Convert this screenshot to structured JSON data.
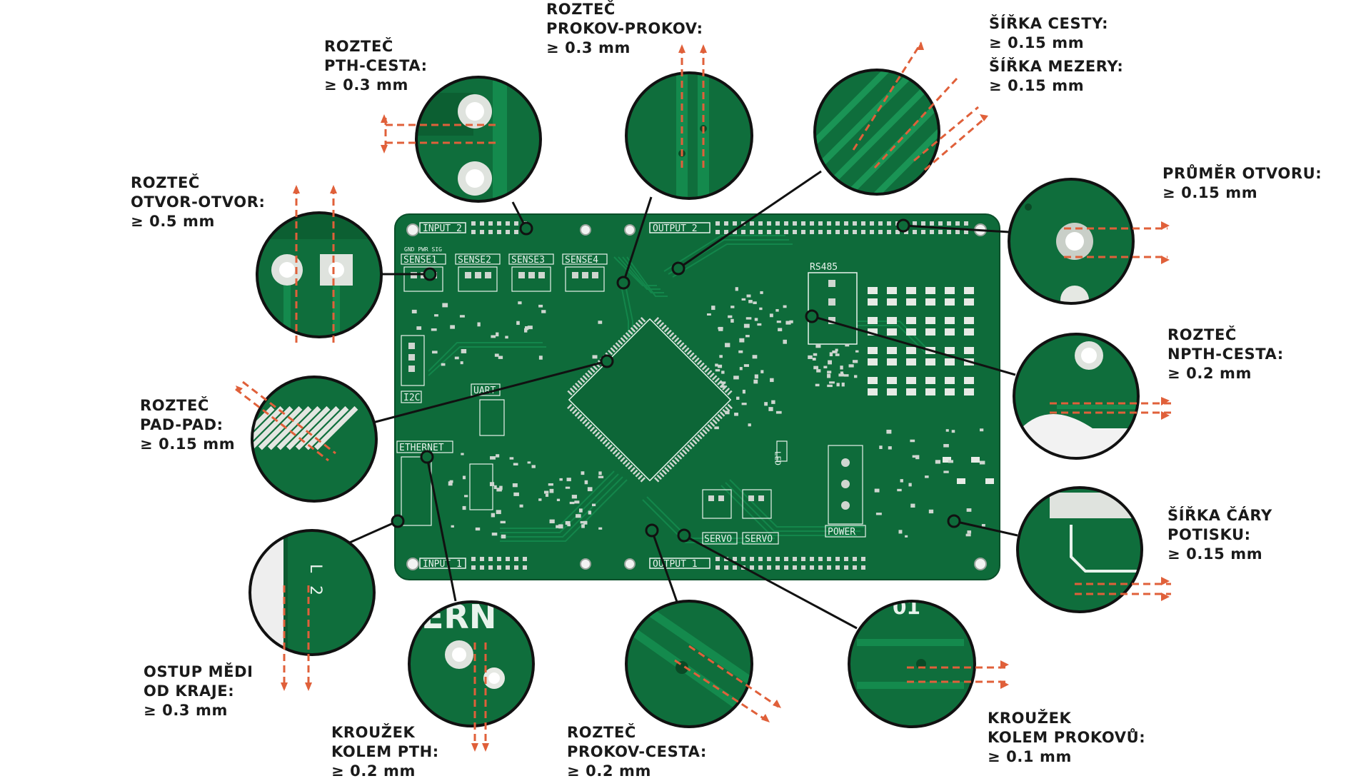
{
  "colors": {
    "board": "#0e6b3a",
    "board_dark": "#0a5a30",
    "trace": "#13804a",
    "silk": "#e8f3ec",
    "pad": "#d9ded8",
    "accent": "#e0603a",
    "leader": "#111111"
  },
  "board": {
    "silk_labels": {
      "input2": "INPUT 2",
      "output2": "OUTPUT 2",
      "input1": "INPUT 1",
      "output1": "OUTPUT 1",
      "sense1": "SENSE1",
      "sense2": "SENSE2",
      "sense3": "SENSE3",
      "sense4": "SENSE4",
      "sense_pins": "GND PWR SIG",
      "rs485": "RS485",
      "uart": "UART",
      "i2c": "I2C",
      "ethernet": "ETHERNET",
      "led": "LED",
      "servo_a": "SERVO",
      "servo_b": "SERVO",
      "power": "POWER"
    }
  },
  "callouts": [
    {
      "id": "pth-trace",
      "title": [
        "ROZTEČ",
        "PTH-CESTA:"
      ],
      "value": "≥ 0.3 mm"
    },
    {
      "id": "via-via",
      "title": [
        "ROZTEČ",
        "PROKOV-PROKOV:"
      ],
      "value": "≥ 0.3 mm"
    },
    {
      "id": "trace-width",
      "title": [
        "ŠÍŘKA CESTY:"
      ],
      "value": "≥ 0.15 mm"
    },
    {
      "id": "gap-width",
      "title": [
        "ŠÍŘKA MEZERY:"
      ],
      "value": "≥ 0.15 mm"
    },
    {
      "id": "hole-hole",
      "title": [
        "ROZTEČ",
        "OTVOR-OTVOR:"
      ],
      "value": "≥ 0.5 mm"
    },
    {
      "id": "hole-diameter",
      "title": [
        "PRŮMĚR OTVORU:"
      ],
      "value": "≥ 0.15 mm"
    },
    {
      "id": "npth-trace",
      "title": [
        "ROZTEČ",
        "NPTH-CESTA:"
      ],
      "value": "≥ 0.2 mm"
    },
    {
      "id": "pad-pad",
      "title": [
        "ROZTEČ",
        "PAD-PAD:"
      ],
      "value": "≥ 0.15 mm"
    },
    {
      "id": "silk-width",
      "title": [
        "ŠÍŘKA ČÁRY",
        "POTISKU:"
      ],
      "value": "≥ 0.15 mm"
    },
    {
      "id": "copper-edge",
      "title": [
        "OSTUP MĚDI",
        "OD KRAJE:"
      ],
      "value": "≥ 0.3 mm"
    },
    {
      "id": "pth-ring",
      "title": [
        "KROUŽEK",
        "KOLEM PTH:"
      ],
      "value": "≥ 0.2 mm"
    },
    {
      "id": "via-trace",
      "title": [
        "ROZTEČ",
        "PROKOV-CESTA:"
      ],
      "value": "≥ 0.2 mm"
    },
    {
      "id": "via-ring",
      "title": [
        "KROUŽEK",
        "KOLEM PROKOVŮ:"
      ],
      "value": "≥ 0.1 mm"
    }
  ]
}
